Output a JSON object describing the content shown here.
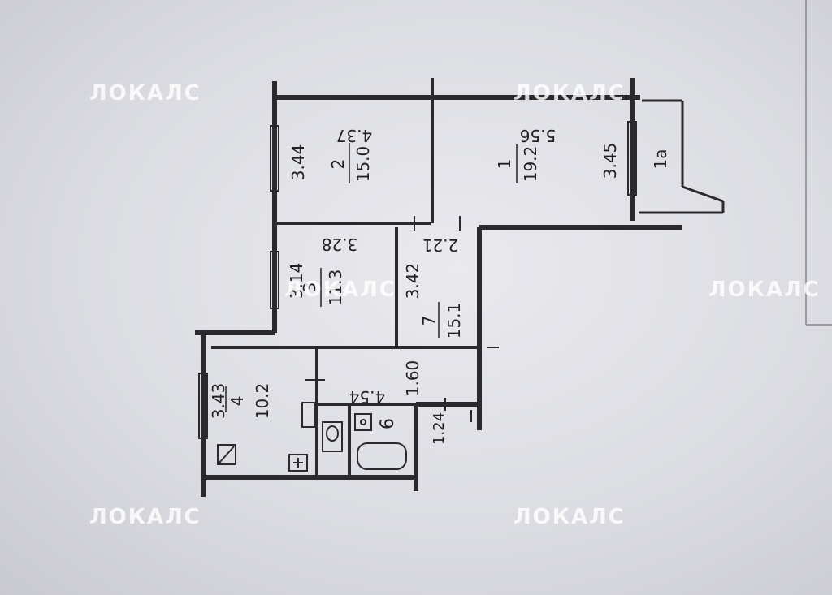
{
  "watermark": "ЛОКАЛС",
  "rooms": {
    "r1": {
      "num": "1",
      "area": "19.2",
      "w": "5.56",
      "h": "3.45"
    },
    "r1a": {
      "num": "1а"
    },
    "r2": {
      "num": "2",
      "area": "15.0",
      "w": "4.37",
      "h": "3.44"
    },
    "r3": {
      "num": "3",
      "area": "11.3",
      "w": "3.28",
      "h": "3.14"
    },
    "r4": {
      "num": "4",
      "area": "10.2",
      "h": "3.43"
    },
    "r6": {
      "num": "6"
    },
    "r7": {
      "num": "7",
      "area": "15.1",
      "w": "2.21",
      "h": "3.42"
    },
    "r5": {
      "w": "4.54",
      "h": "1.60"
    },
    "hall_end": {
      "w": "1.24"
    }
  }
}
